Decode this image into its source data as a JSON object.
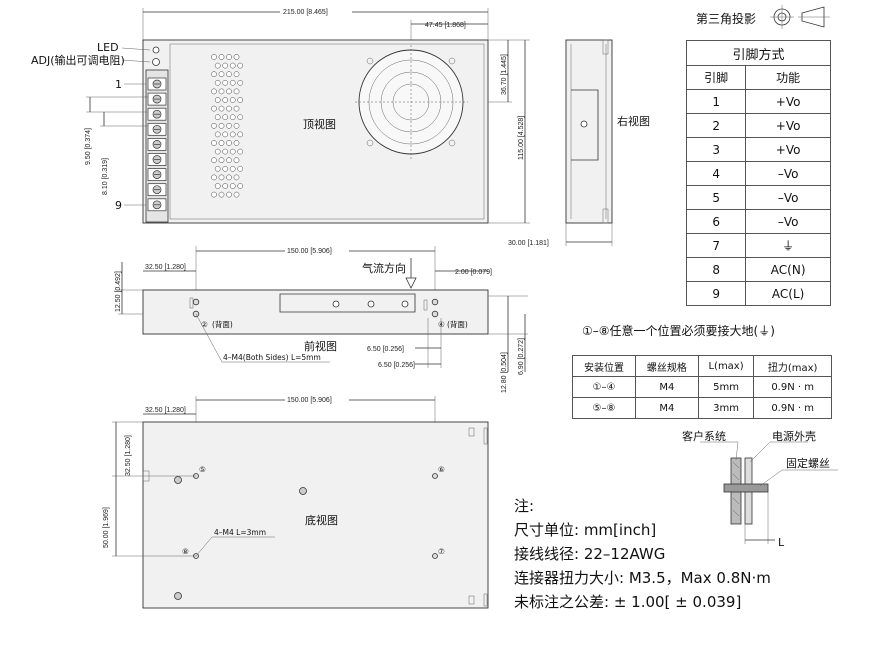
{
  "projection": {
    "label": "第三角投影"
  },
  "dimensions": {
    "overall_length": "215.00 [8.465]",
    "fan_offset": "47.45 [1.868]",
    "fan_vertical": "36.70 [1.445]",
    "height": "115.00 [4.528]",
    "depth": "30.00 [1.181]",
    "pitch_a": "9.50 [0.374]",
    "pitch_b": "8.10 [0.319]",
    "front_hole_spacing": "150.00 [5.906]",
    "front_edge_offset": "32.50 [1.280]",
    "front_hole_height": "12.50 [0.492]",
    "front_right_offset": "2.00 [0.079]",
    "front_side_a": "6.50 [0.256]",
    "front_side_b": "6.50 [0.256]",
    "front_total_height": "12.80 [0.504]",
    "front_small_height": "6.90 [0.272]",
    "bottom_hole_spacing": "150.00 [5.906]",
    "bottom_edge_offset": "32.50 [1.280]",
    "bottom_top_offset": "32.50 [1.280]",
    "bottom_hole_vertical": "50.00 [1.969]"
  },
  "labels": {
    "led": "LED",
    "adj": "ADJ(输出可调电阻)",
    "pin_first": "1",
    "pin_last": "9",
    "top_view": "顶视图",
    "right_view": "右视图",
    "front_view": "前视图",
    "bottom_view": "底视图",
    "airflow": "气流方向",
    "back_side_left": "(背面)",
    "back_side_right": "(背面)",
    "screw_spec_front": "4–M4(Both Sides) L=5mm",
    "screw_spec_bottom": "4–M4 L=3mm",
    "customer_system": "客户系统",
    "psu_shell": "电源外壳",
    "fix_screw": "固定螺丝",
    "length_l": "L"
  },
  "hole_markers": {
    "front_left": "②",
    "front_right": "④",
    "bottom_top_left": "⑤",
    "bottom_top_right": "⑥",
    "bottom_bottom_left": "⑧",
    "bottom_bottom_right": "⑦"
  },
  "pin_table": {
    "title": "引脚方式",
    "headers": [
      "引脚",
      "功能"
    ],
    "rows": [
      {
        "pin": "1",
        "function": "+Vo"
      },
      {
        "pin": "2",
        "function": "+Vo"
      },
      {
        "pin": "3",
        "function": "+Vo"
      },
      {
        "pin": "4",
        "function": "–Vo"
      },
      {
        "pin": "5",
        "function": "–Vo"
      },
      {
        "pin": "6",
        "function": "–Vo"
      },
      {
        "pin": "7",
        "function": "⏚"
      },
      {
        "pin": "8",
        "function": "AC(N)"
      },
      {
        "pin": "9",
        "function": "AC(L)"
      }
    ]
  },
  "ground_note": "①–⑧任意一个位置必须要接大地(⏚)",
  "mount_table": {
    "headers": [
      "安装位置",
      "螺丝规格",
      "L(max)",
      "扭力(max)"
    ],
    "rows": [
      {
        "position": "①–④",
        "screw": "M4",
        "length": "5mm",
        "torque": "0.9N · m"
      },
      {
        "position": "⑤–⑧",
        "screw": "M4",
        "length": "3mm",
        "torque": "0.9N · m"
      }
    ]
  },
  "notes": {
    "title": "注:",
    "lines": [
      "尺寸单位: mm[inch]",
      "接线线径: 22–12AWG",
      "连接器扭力大小: M3.5，Max 0.8N·m",
      "未标注之公差: ± 1.00[ ± 0.039]"
    ]
  }
}
